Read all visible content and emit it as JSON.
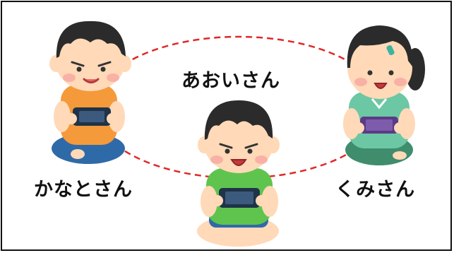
{
  "labels": {
    "kanato": "かなとさん",
    "aoi": "あおいさん",
    "kumi": "くみさん"
  },
  "colors": {
    "connection_line": "#e02828",
    "hair": "#2b2b2b",
    "skin": "#ffd9b8",
    "kanato_shirt": "#f49a3a",
    "aoi_shirt": "#5fc44e",
    "kumi_shirt": "#6cc7a4",
    "pants_blue": "#2f6aa8",
    "kumi_skirt": "#3f8d6d",
    "console": "#1f3349",
    "kumi_console": "#5b3a86"
  },
  "icons": [
    "boy-playing-game-icon",
    "boy-playing-game-icon",
    "girl-playing-game-icon"
  ]
}
